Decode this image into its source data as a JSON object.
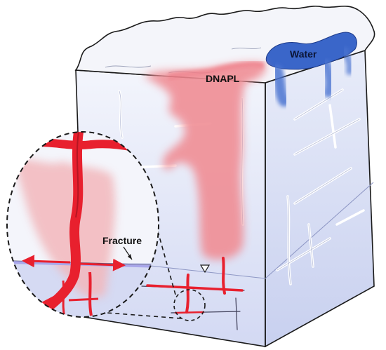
{
  "labels": {
    "dnapl": "DNAPL",
    "water": "Water",
    "fracture": "Fracture"
  },
  "colors": {
    "dnapl": "#e8202e",
    "dnapl_plume": "#f4a6ab",
    "water": "#3a66c9",
    "block_top": "#e9edf8",
    "block_front": "#d9def4",
    "block_side": "#cfd6f1",
    "outline": "#1a1a1a"
  },
  "icons": [
    "water-table-triangle-icon",
    "flow-arrow-icon"
  ]
}
